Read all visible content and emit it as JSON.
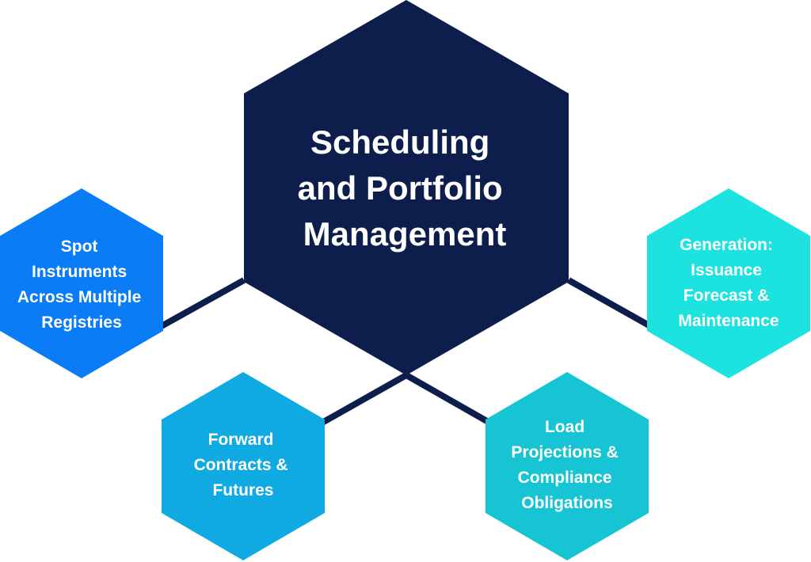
{
  "diagram": {
    "center": {
      "lines": [
        "Scheduling",
        "and Portfolio",
        "Management"
      ],
      "color": "#0d1e4c"
    },
    "nodes": [
      {
        "id": "spot",
        "lines": [
          "Spot",
          "Instruments",
          "Across Multiple",
          "Registries"
        ],
        "color": "#0a7cf5"
      },
      {
        "id": "forward",
        "lines": [
          "Forward",
          "Contracts &",
          "Futures"
        ],
        "color": "#10aae2"
      },
      {
        "id": "load",
        "lines": [
          "Load",
          "Projections &",
          "Compliance",
          "Obligations"
        ],
        "color": "#16c4d4"
      },
      {
        "id": "generation",
        "lines": [
          "Generation:",
          "Issuance",
          "Forecast &",
          "Maintenance"
        ],
        "color": "#1ce3df"
      }
    ],
    "connector_color": "#0d1e4c"
  }
}
